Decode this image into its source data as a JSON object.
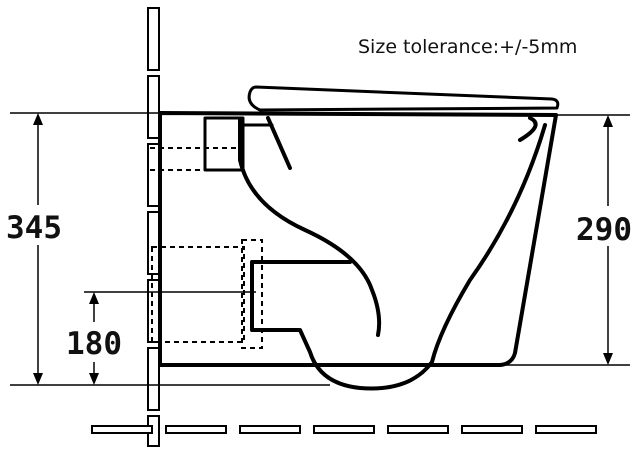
{
  "note": "Size tolerance:+/-5mm",
  "dimensions": {
    "total_height": "345",
    "bowl_height": "290",
    "outlet_height": "180"
  },
  "colors": {
    "line": "#000000",
    "background": "#ffffff"
  }
}
